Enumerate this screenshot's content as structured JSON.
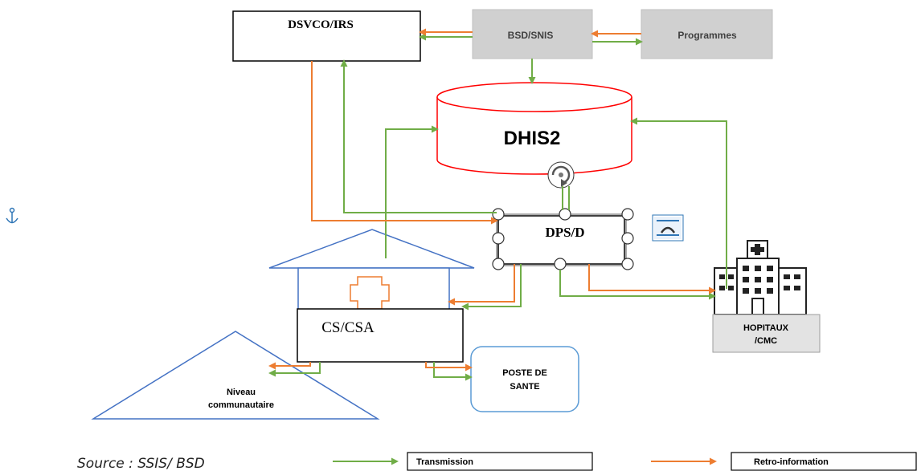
{
  "nodes": {
    "dsvco": "DSVCO/IRS",
    "bsd_snis": "BSD/SNIS",
    "programmes": "Programmes",
    "dhis2": "DHIS2",
    "dps": "DPS/D",
    "cs": "CS/CSA",
    "hopitaux_line1": "HOPITAUX",
    "hopitaux_line2": "/CMC",
    "poste_line1": "POSTE DE",
    "poste_line2": "SANTE",
    "niveau_line1": "Niveau",
    "niveau_line2": "communautaire"
  },
  "legend": {
    "source": "Source : SSIS/ BSD",
    "transmission": "Transmission",
    "retro": "Retro-information"
  },
  "colors": {
    "transmission": "#70ad47",
    "retro": "#ed7d31",
    "database_outline": "#ff0000",
    "house_outline": "#4472c4",
    "gray_box": "#d0d0d0"
  },
  "icons": [
    "anchor-icon",
    "refresh-icon",
    "text-wrap-icon",
    "hospital-icon",
    "cross-icon"
  ]
}
